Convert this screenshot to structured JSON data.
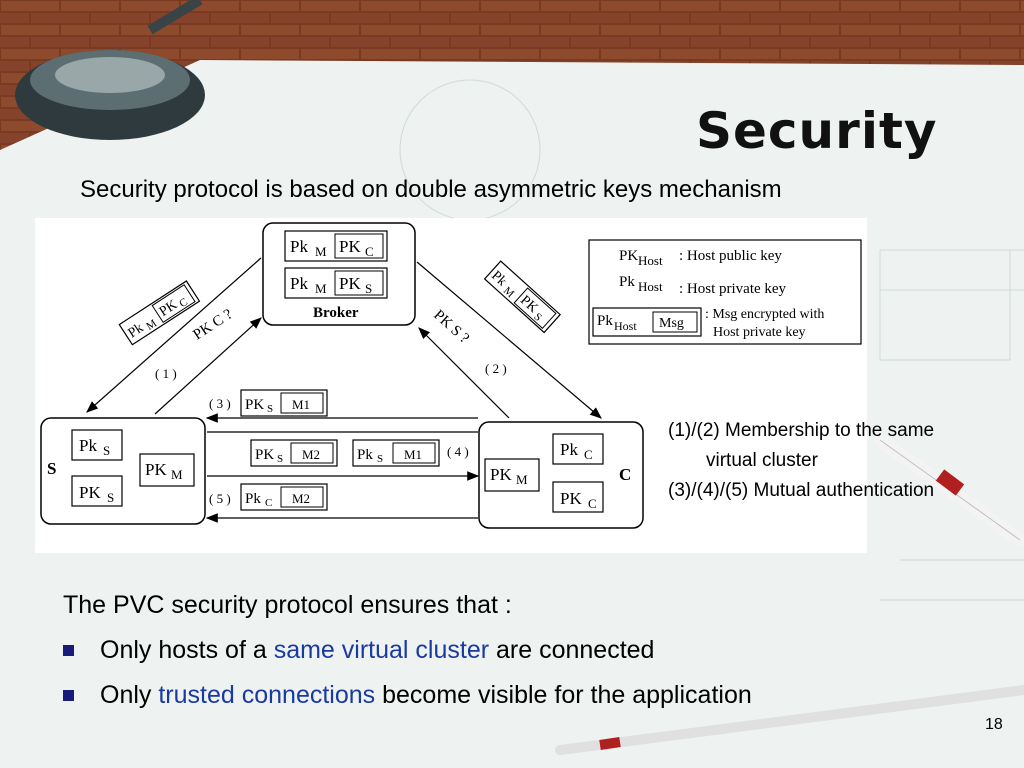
{
  "slide": {
    "title": "Security",
    "subtitle": "Security protocol is based on double asymmetric keys mechanism",
    "page_number": "18"
  },
  "diagram": {
    "broker_label": "Broker",
    "s_label": "S",
    "c_label": "C",
    "broker_keys": [
      [
        "Pk",
        "M",
        "PK",
        "C"
      ],
      [
        "Pk",
        "M",
        "PK",
        "S"
      ]
    ],
    "s_keys": [
      "Pk",
      "S",
      "PK",
      "S",
      "PK",
      "M"
    ],
    "c_keys": [
      "Pk",
      "C",
      "PK",
      "C",
      "PK",
      "M"
    ],
    "steps": [
      "( 1 )",
      "( 2 )",
      "( 3 )",
      "( 4 )",
      "( 5 )"
    ],
    "messages": {
      "m1": "M1",
      "m2": "M2",
      "pkc_query": "PK C ?",
      "pks_query": "PK S ?"
    },
    "legend": {
      "pk_host": "PK",
      "pk_host_sub": "Host",
      "pk_host_desc": ": Host public key",
      "pk_priv": "Pk",
      "pk_priv_sub": "Host",
      "pk_priv_desc": ": Host private key",
      "msg_pk": "Pk",
      "msg_sub": "Host",
      "msg_label": "Msg",
      "msg_desc_1": ": Msg encrypted with",
      "msg_desc_2": "Host private key"
    }
  },
  "notes": {
    "line1": "(1)/(2) Membership to the same",
    "line1b": "virtual cluster",
    "line2": "(3)/(4)/(5) Mutual authentication"
  },
  "body": {
    "intro": "The PVC security protocol ensures that :",
    "bullet1_pre": "Only hosts of a ",
    "bullet1_hl": "same virtual cluster",
    "bullet1_post": " are connected",
    "bullet2_pre": "Only ",
    "bullet2_hl": "trusted connections",
    "bullet2_post": " become visible for the application"
  }
}
